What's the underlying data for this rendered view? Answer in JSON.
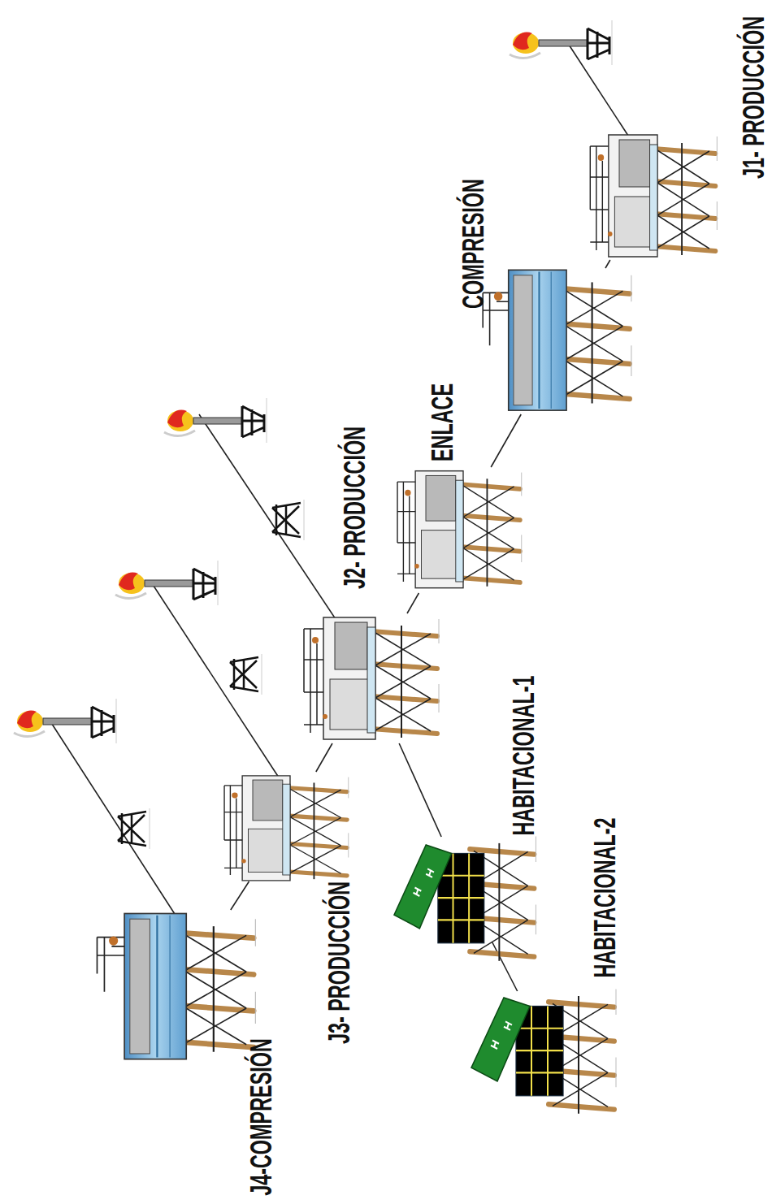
{
  "diagram": {
    "nodes": [
      {
        "text": [
          "J4-COMPRESIÓN"
        ]
      },
      {
        "text": [
          "J3- PRODUCCIÓN"
        ]
      },
      {
        "text": [
          "J2- PRODUCCIÓN"
        ]
      },
      {
        "text": [
          "ENLACE"
        ]
      },
      {
        "text": [
          "COMPRESIÓN"
        ]
      },
      {
        "text": [
          "J1- PRODUCCIÓN"
        ]
      },
      {
        "text": [
          "HABITACIONAL-1"
        ]
      },
      {
        "text": [
          "HABITACIONAL-2"
        ]
      }
    ],
    "edges": [
      {
        "from": 0,
        "to": 1,
        "arrow": "none"
      },
      {
        "from": 1,
        "to": 2,
        "arrow": "none"
      },
      {
        "from": 2,
        "to": 3,
        "arrow": "none"
      },
      {
        "from": 3,
        "to": 4,
        "arrow": "none"
      },
      {
        "from": 4,
        "to": 5,
        "arrow": "none"
      },
      {
        "from": 2,
        "to": 6,
        "arrow": "none"
      },
      {
        "from": 6,
        "to": 7,
        "arrow": "none"
      }
    ]
  }
}
